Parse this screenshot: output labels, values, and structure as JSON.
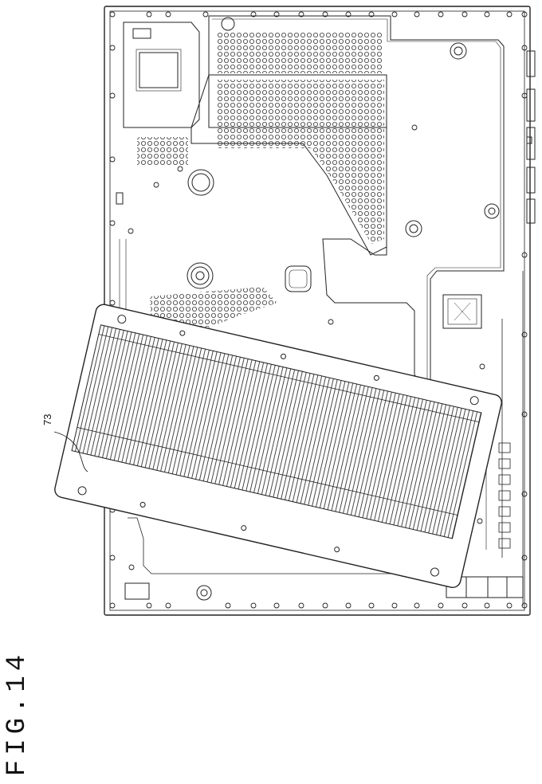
{
  "figure": {
    "label": "FIG.14"
  },
  "callouts": [
    {
      "ref": "73",
      "target": "heat-sink-fins"
    }
  ]
}
